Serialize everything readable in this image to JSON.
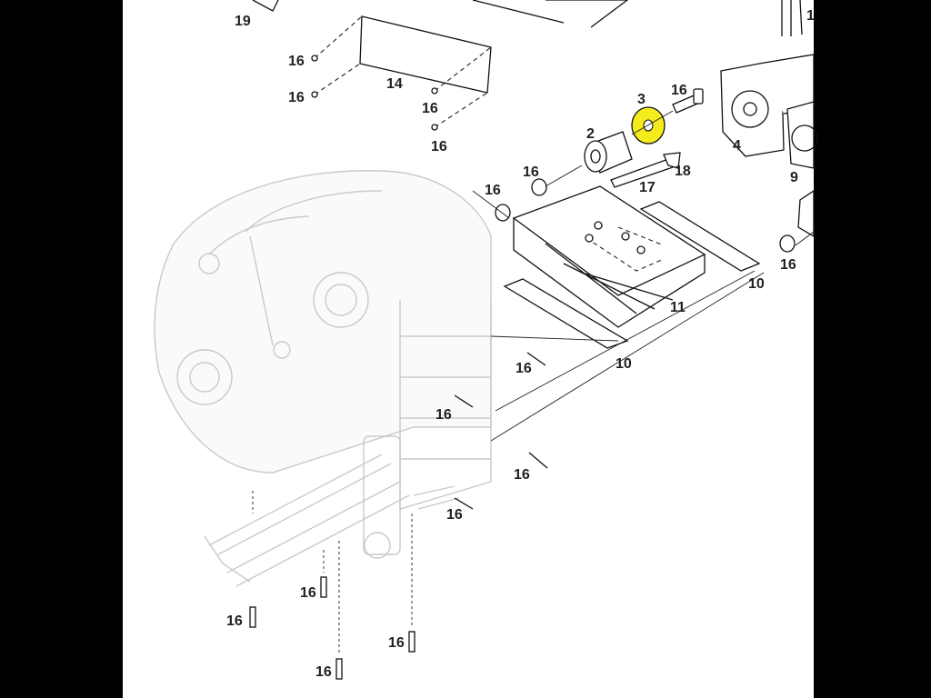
{
  "diagram": {
    "highlight_color": "#f5ec1e",
    "callouts": [
      {
        "id": "19",
        "text": "19"
      },
      {
        "id": "14",
        "text": "14"
      },
      {
        "id": "16",
        "text": "16"
      },
      {
        "id": "3",
        "text": "3"
      },
      {
        "id": "2",
        "text": "2"
      },
      {
        "id": "4",
        "text": "4"
      },
      {
        "id": "9",
        "text": "9"
      },
      {
        "id": "17",
        "text": "17"
      },
      {
        "id": "18",
        "text": "18"
      },
      {
        "id": "10",
        "text": "10"
      },
      {
        "id": "11",
        "text": "11"
      },
      {
        "id": "1",
        "text": "1"
      }
    ]
  }
}
